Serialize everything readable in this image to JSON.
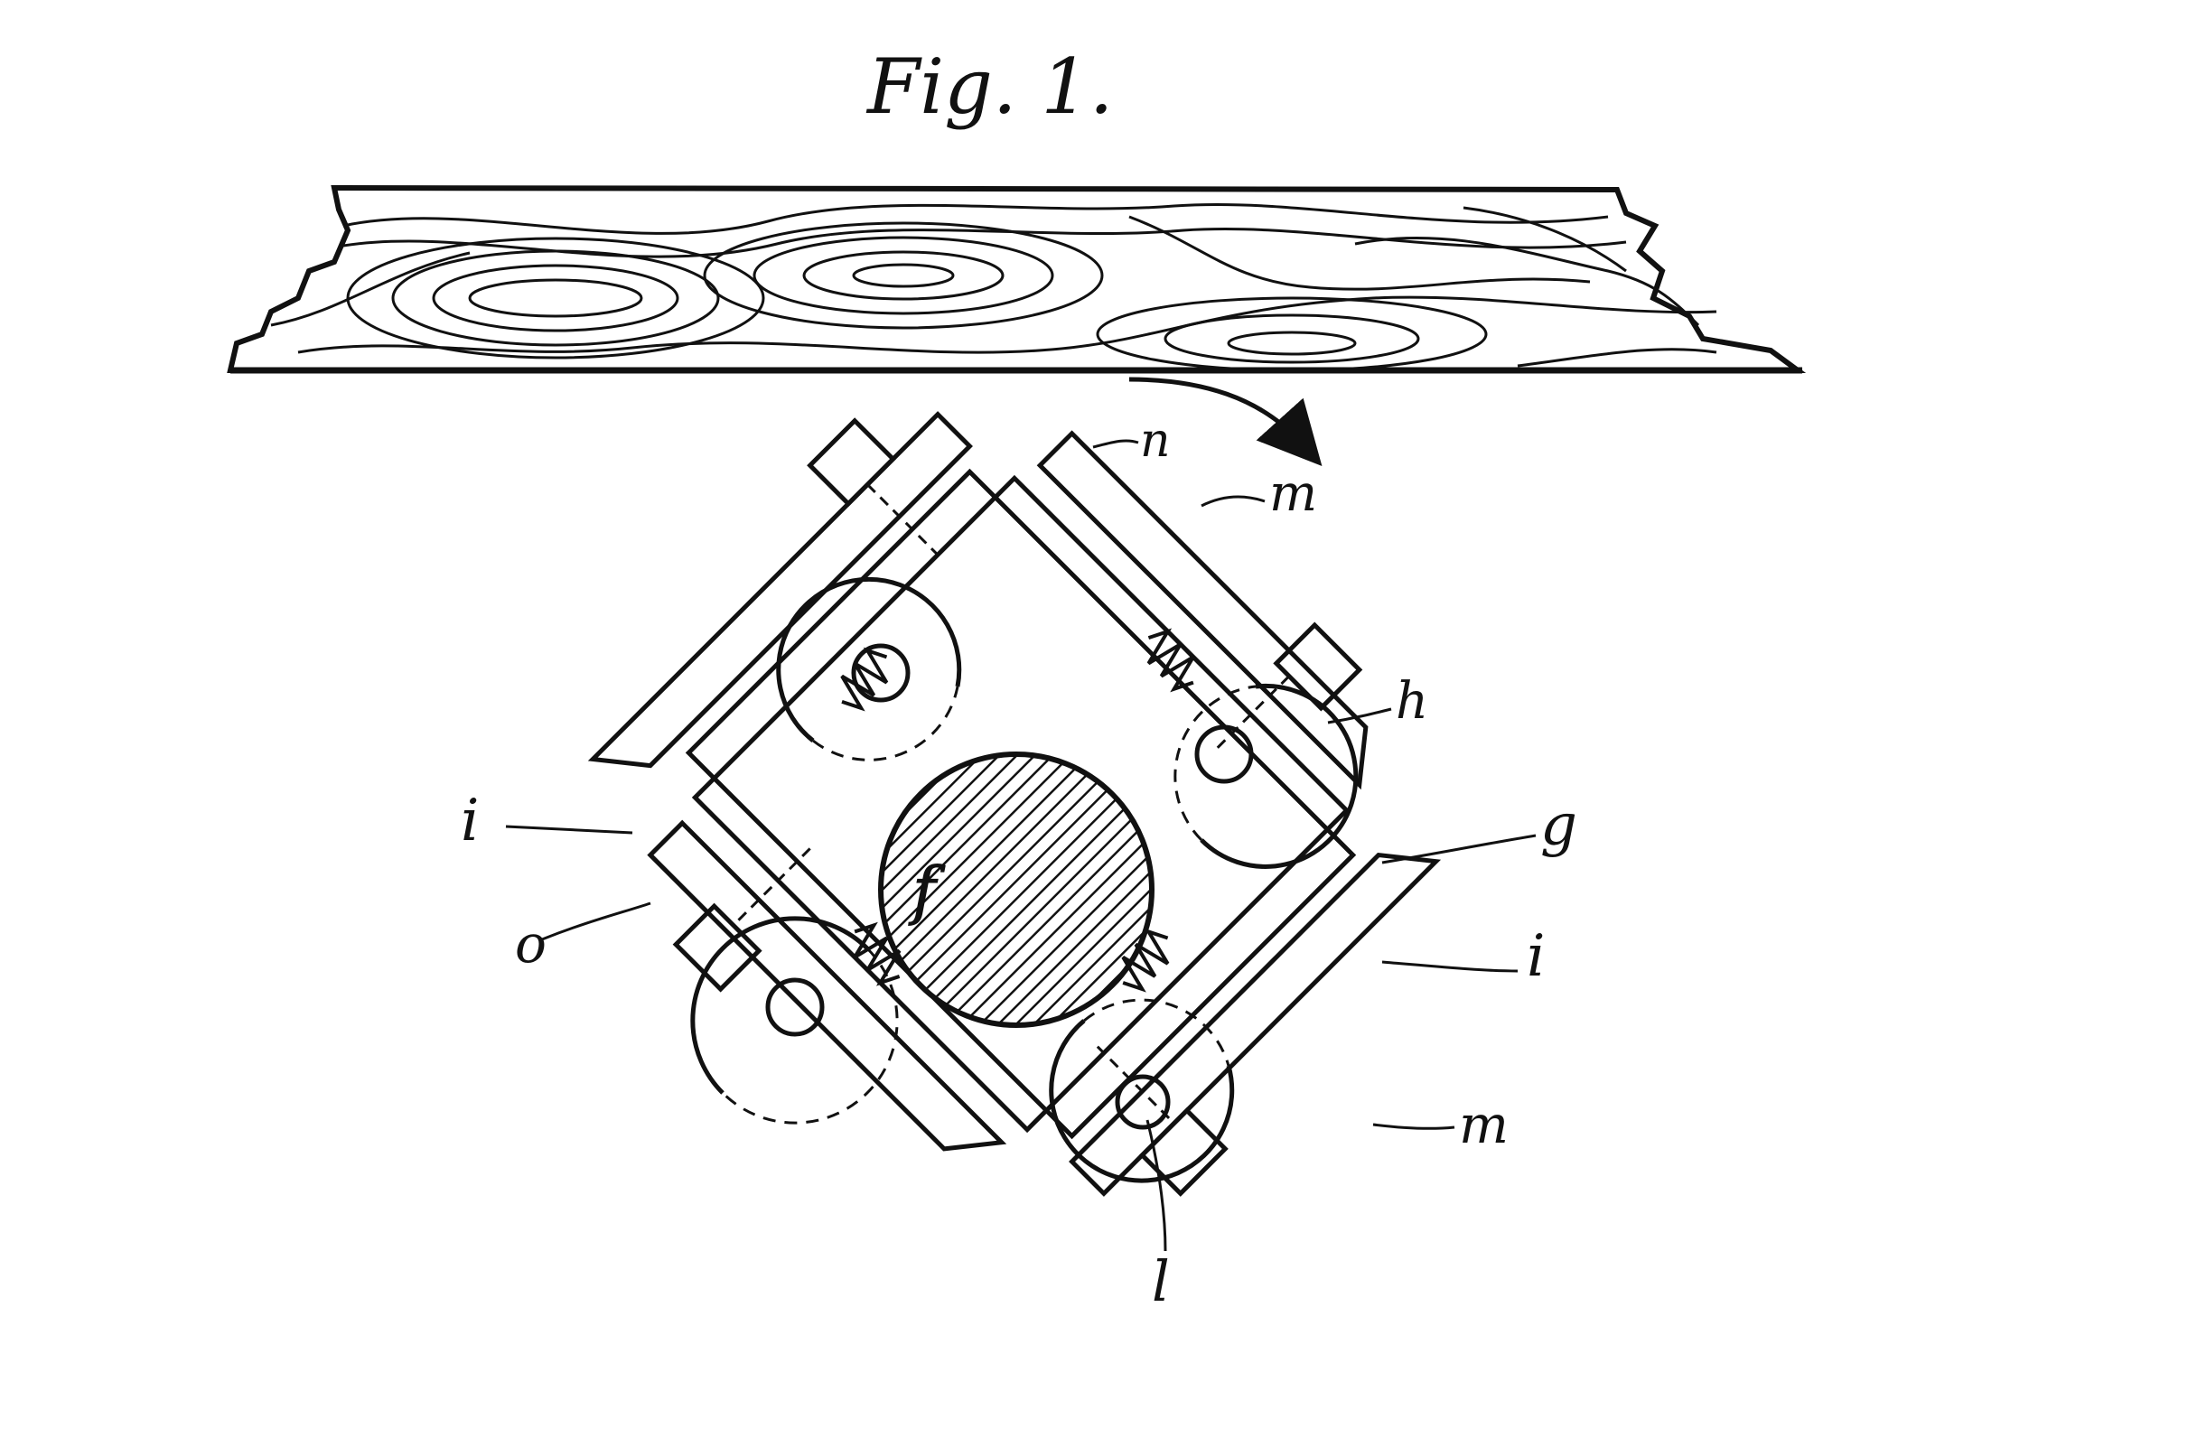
{
  "figure": {
    "title": "Fig. 1.",
    "ink_color": "#111111",
    "paper_color": "#ffffff"
  },
  "labels": {
    "n": "n",
    "m_top": "m",
    "h": "h",
    "g": "g",
    "i_left": "i",
    "i_right": "i",
    "o": "o",
    "f": "f",
    "m_right": "m",
    "l": "l"
  },
  "icons": {
    "rotation": "curved-arrow-icon"
  }
}
